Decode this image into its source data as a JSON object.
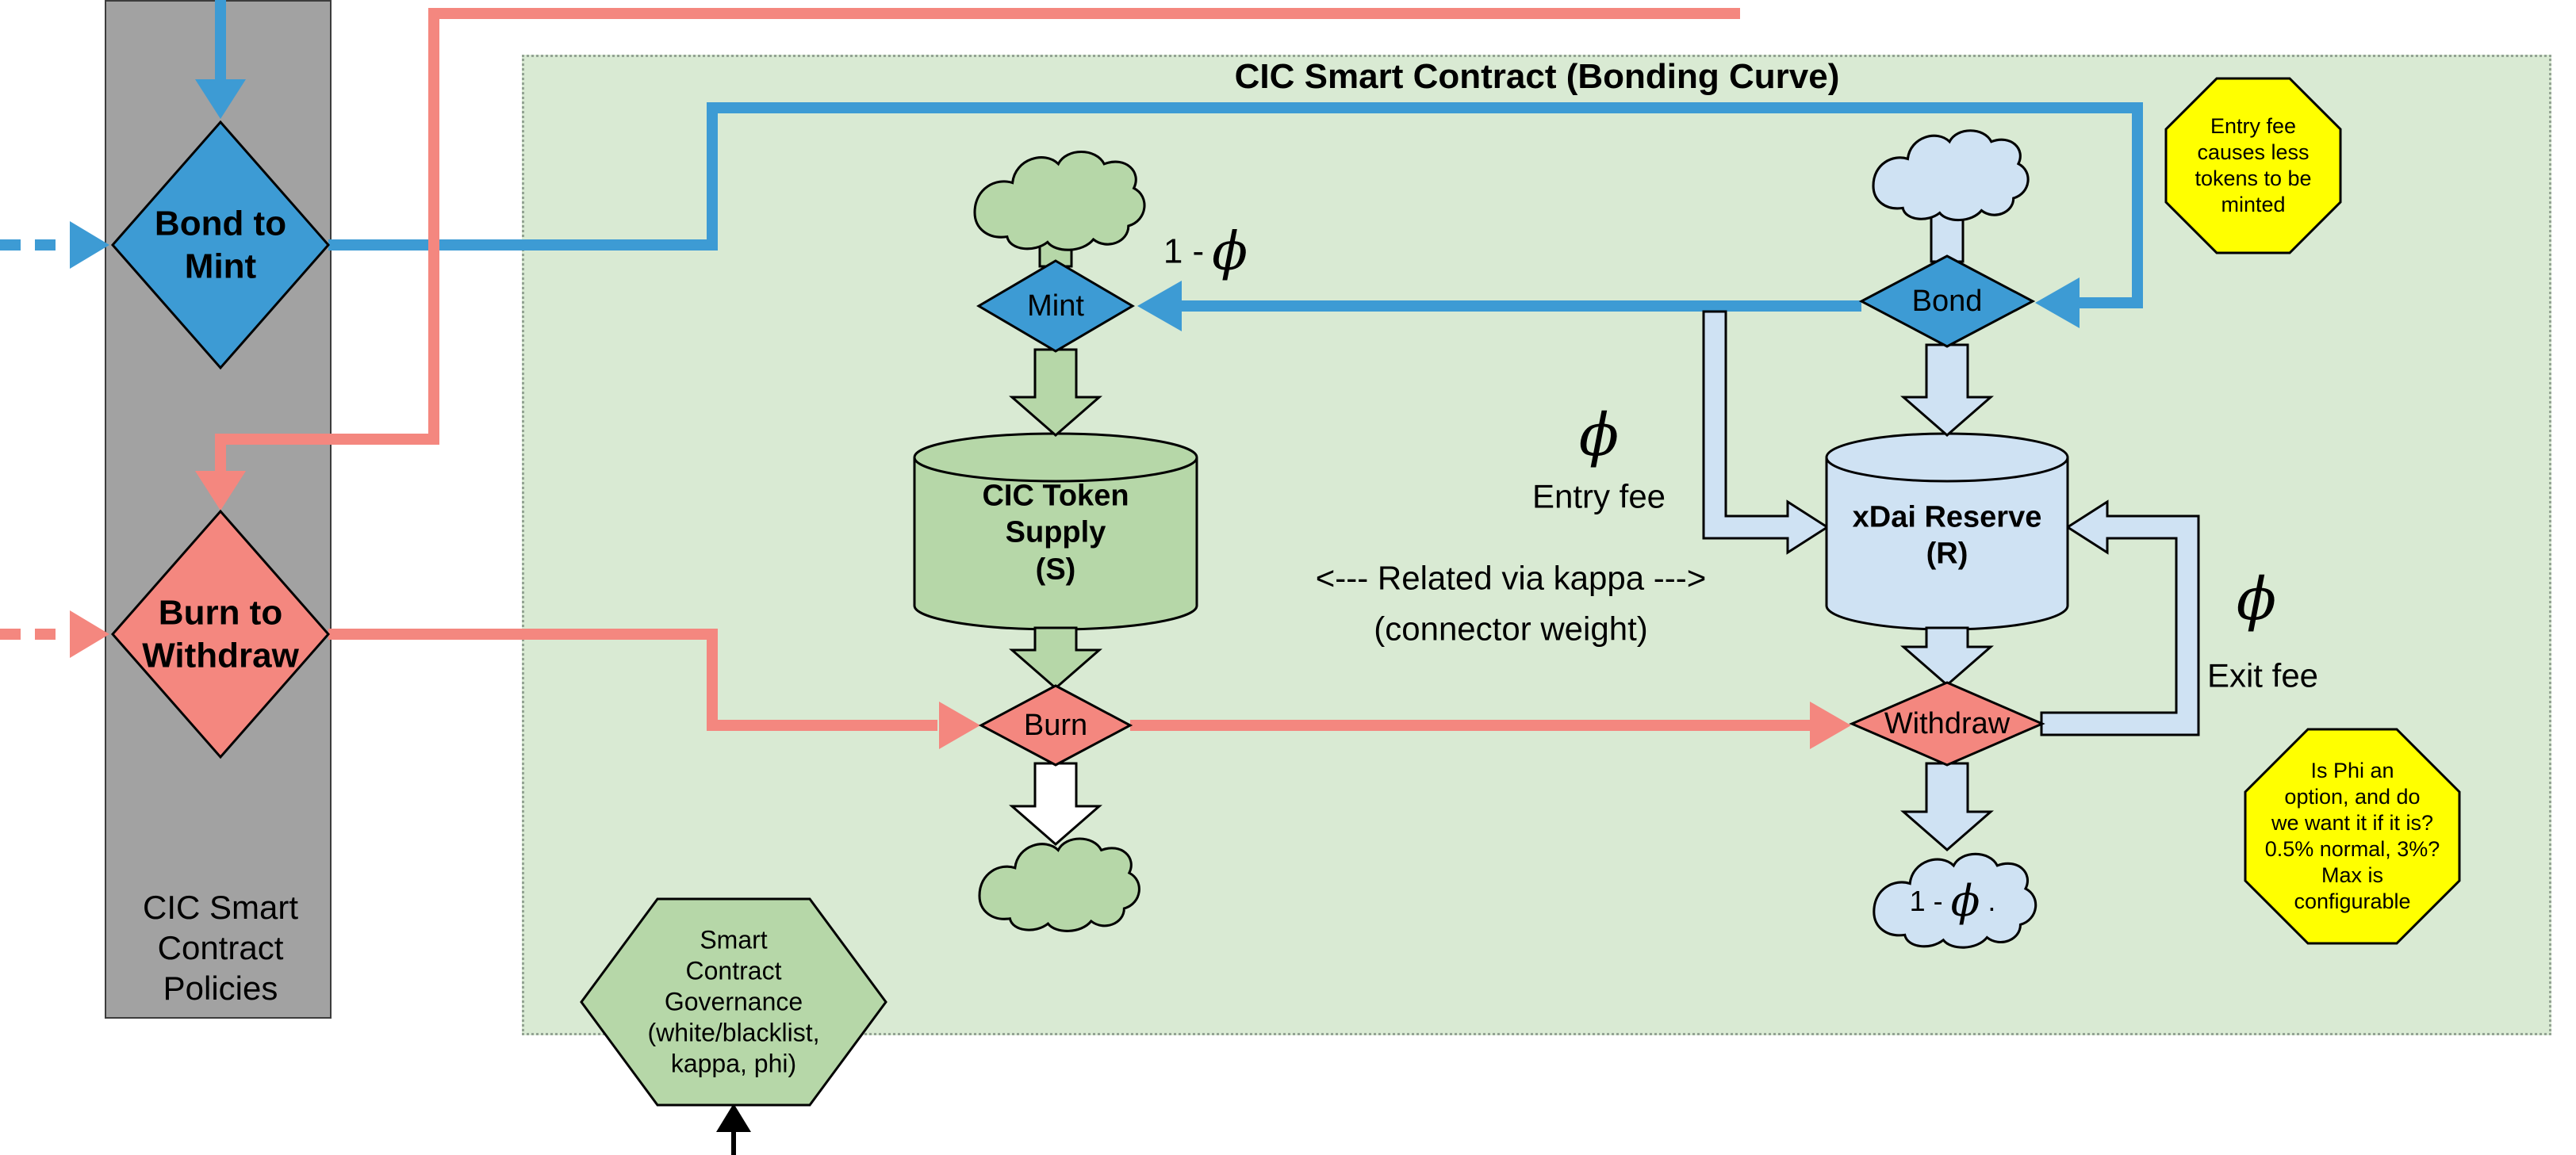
{
  "colors": {
    "blue": "#3d9bd4",
    "salmon": "#f4877f",
    "light_green": "#b6d7a8",
    "pale_green_panel": "#d9ead3",
    "light_blue": "#cfe2f3",
    "note_yellow": "#ffff00",
    "lane_gray": "#a2a2a2"
  },
  "policies_lane": {
    "label": "CIC Smart\nContract\nPolicies",
    "bond_to_mint": "Bond to\nMint",
    "burn_to_withdraw": "Burn to\nWithdraw"
  },
  "bonding_curve": {
    "title": "CIC Smart Contract (Bonding Curve)",
    "mint": "Mint",
    "bond": "Bond",
    "burn": "Burn",
    "withdraw": "Withdraw",
    "token_supply": "CIC Token\nSupply\n(S)",
    "xdai_reserve": "xDai Reserve\n(R)",
    "one_minus_prefix": "1 -",
    "phi": "ϕ",
    "cloud_suffix": ".",
    "entry_fee": "Entry fee",
    "exit_fee": "Exit fee",
    "kappa_line1": "&lt;--- Related via kappa ---&gt;",
    "kappa_line2": "(connector weight)"
  },
  "notes": {
    "entry_fee_note": "Entry fee\ncauses less\ntokens to be\nminted",
    "phi_note": "Is Phi an\noption, and do\nwe want it if it is?\n0.5% normal, 3%?\nMax is\nconfigurable",
    "governance": "Smart\nContract\nGovernance\n(white/blacklist,\nkappa, phi)"
  }
}
